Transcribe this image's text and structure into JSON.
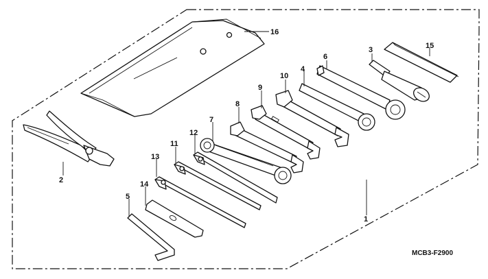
{
  "callouts": {
    "c1": "1",
    "c2": "2",
    "c3": "3",
    "c4": "4",
    "c5": "5",
    "c6": "6",
    "c7": "7",
    "c8": "8",
    "c9": "9",
    "c10": "10",
    "c11": "11",
    "c12": "12",
    "c13": "13",
    "c14": "14",
    "c15": "15",
    "c16": "16"
  },
  "figure_code": "MCB3-F2900"
}
